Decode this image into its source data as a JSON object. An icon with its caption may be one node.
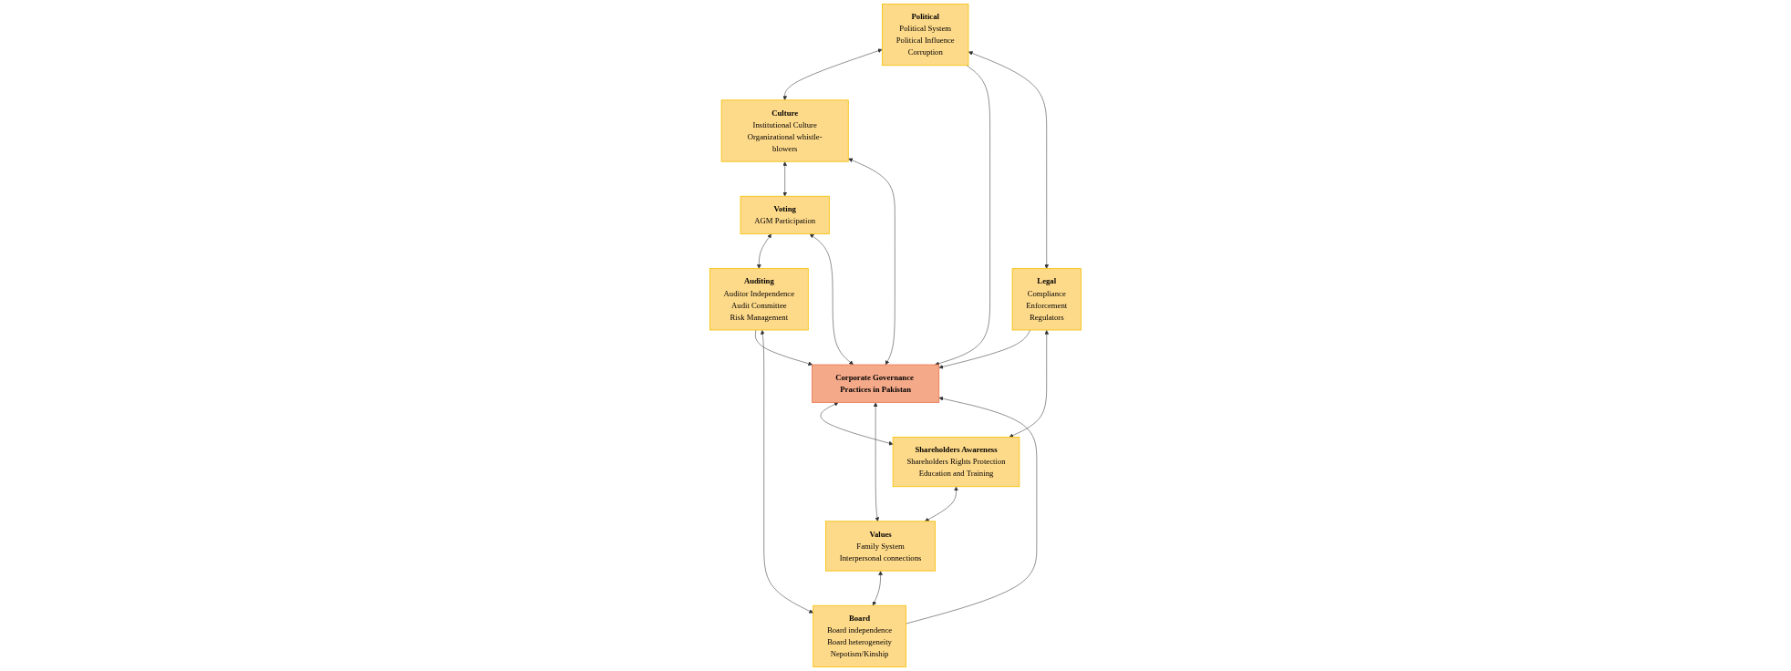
{
  "diagram": {
    "nodes": [
      {
        "text": [
          "Political",
          "Political System",
          "Political Influence",
          "Corruption"
        ]
      },
      {
        "text": [
          "Culture",
          "Institutional Culture",
          "Organizational whistle-blowers"
        ]
      },
      {
        "text": [
          "Voting",
          "AGM Participation"
        ]
      },
      {
        "text": [
          "Auditing",
          "Auditor Independence",
          "Audit Committee",
          "Risk Management"
        ]
      },
      {
        "text": [
          "Corporate Governance Practices in Pakistan"
        ]
      },
      {
        "text": [
          "Legal",
          "Compliance",
          "Enforcement",
          "Regulators"
        ]
      },
      {
        "text": [
          "Shareholders Awareness",
          "Shareholders Rights Protection",
          "Education and Training"
        ]
      },
      {
        "text": [
          "Values",
          "Family System",
          "Interpersonal connections"
        ]
      },
      {
        "text": [
          "Board",
          "Board independence",
          "Board heterogeneity",
          "Nepotism/Kinship"
        ]
      }
    ],
    "edges": [
      {
        "from": 0,
        "to": 1,
        "arrow": "both"
      },
      {
        "from": 1,
        "to": 2,
        "arrow": "both"
      },
      {
        "from": 2,
        "to": 3,
        "arrow": "both"
      },
      {
        "from": 0,
        "to": 4,
        "arrow": "to"
      },
      {
        "from": 1,
        "to": 4,
        "arrow": "both"
      },
      {
        "from": 2,
        "to": 4,
        "arrow": "both"
      },
      {
        "from": 3,
        "to": 4,
        "arrow": "to"
      },
      {
        "from": 0,
        "to": 5,
        "arrow": "both"
      },
      {
        "from": 3,
        "to": 8,
        "arrow": "both"
      },
      {
        "from": 4,
        "to": 6,
        "arrow": "both"
      },
      {
        "from": 4,
        "to": 7,
        "arrow": "both"
      },
      {
        "from": 5,
        "to": 4,
        "arrow": "to"
      },
      {
        "from": 8,
        "to": 4,
        "arrow": "to"
      },
      {
        "from": 5,
        "to": 6,
        "arrow": "both"
      },
      {
        "from": 6,
        "to": 7,
        "arrow": "both"
      },
      {
        "from": 7,
        "to": 8,
        "arrow": "both"
      }
    ]
  }
}
